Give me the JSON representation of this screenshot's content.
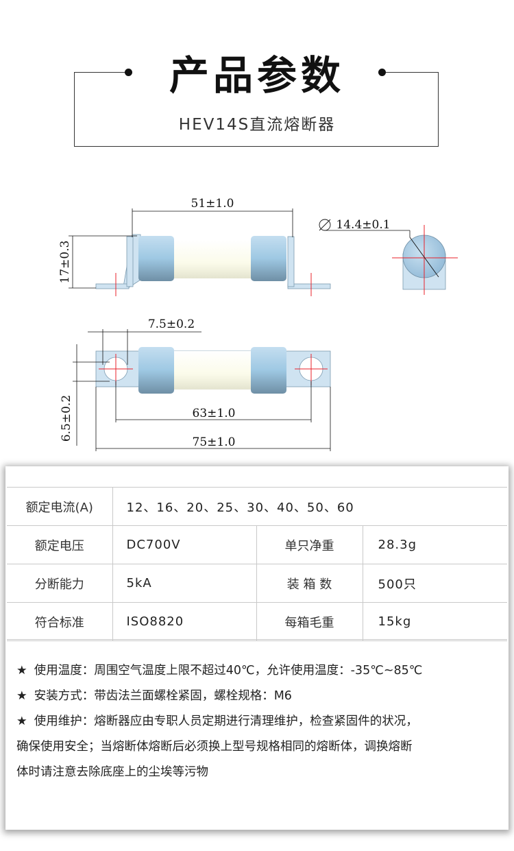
{
  "header": {
    "title": "产品参数",
    "subtitle": "HEV14S直流熔断器"
  },
  "drawing": {
    "dims": {
      "length": "51±1.0",
      "diameter": "14.4±0.1",
      "height": "17±0.3",
      "slot": "7.5±0.2",
      "hole_center": "63±1.0",
      "total": "75±1.0",
      "tab_width": "6.5±0.2"
    }
  },
  "specs": {
    "rated_current": {
      "label": "额定电流(A)",
      "value": "12、16、20、25、30、40、50、60"
    },
    "rated_voltage": {
      "label": "额定电压",
      "value": "DC700V"
    },
    "unit_weight": {
      "label": "单只净重",
      "value": "28.3g"
    },
    "breaking": {
      "label": "分断能力",
      "value": "5kA"
    },
    "box_qty": {
      "label": "装 箱 数",
      "value": "500只"
    },
    "standard": {
      "label": "符合标准",
      "value": "ISO8820"
    },
    "box_weight": {
      "label": "每箱毛重",
      "value": "15kg"
    }
  },
  "notes": {
    "star": "★",
    "line1": "使用温度：周围空气温度上限不超过40℃，允许使用温度：-35℃~85℃",
    "line2": "安装方式：带齿法兰面螺栓紧固，螺栓规格：M6",
    "line3a": "使用维护：熔断器应由专职人员定期进行清理维护，检查紧固件的状况，",
    "line3b": "确保使用安全；当熔断体熔断后必须换上型号规格相同的熔断体，调换熔断",
    "line3c": "体时请注意去除底座上的尘埃等污物"
  },
  "colors": {
    "cap_blue": "#9ec8e3",
    "body_cream": "#fbfbea",
    "plate_blue": "#cfe3f1",
    "center_red": "#e8202a"
  }
}
